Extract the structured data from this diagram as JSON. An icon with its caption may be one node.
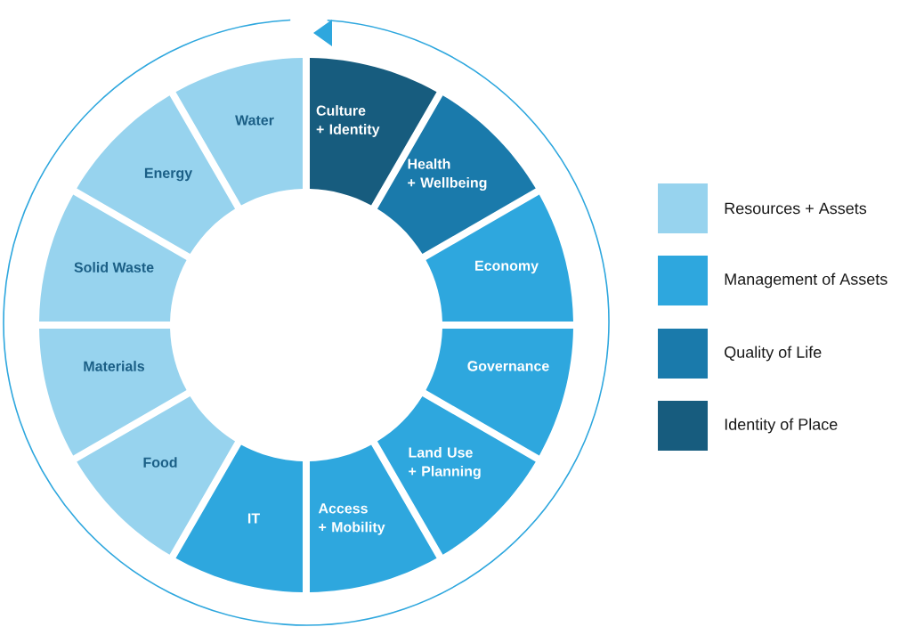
{
  "diagram": {
    "nodes": [
      {
        "text": [
          "Culture + Identity"
        ]
      },
      {
        "text": [
          "Health + Wellbeing"
        ]
      },
      {
        "text": [
          "Economy"
        ]
      },
      {
        "text": [
          "Governance"
        ]
      },
      {
        "text": [
          "Land Use + Planning"
        ]
      },
      {
        "text": [
          "Access + Mobility"
        ]
      },
      {
        "text": [
          "IT"
        ]
      },
      {
        "text": [
          "Food"
        ]
      },
      {
        "text": [
          "Materials"
        ]
      },
      {
        "text": [
          "Solid Waste"
        ]
      },
      {
        "text": [
          "Energy"
        ]
      },
      {
        "text": [
          "Water"
        ]
      }
    ],
    "legend": [
      {
        "text": "Resources + Assets",
        "color": "#97d3ee"
      },
      {
        "text": "Management of Assets",
        "color": "#2ea7de"
      },
      {
        "text": "Quality of Life",
        "color": "#1a7aab"
      },
      {
        "text": "Identity of Place",
        "color": "#175c7e"
      }
    ]
  }
}
